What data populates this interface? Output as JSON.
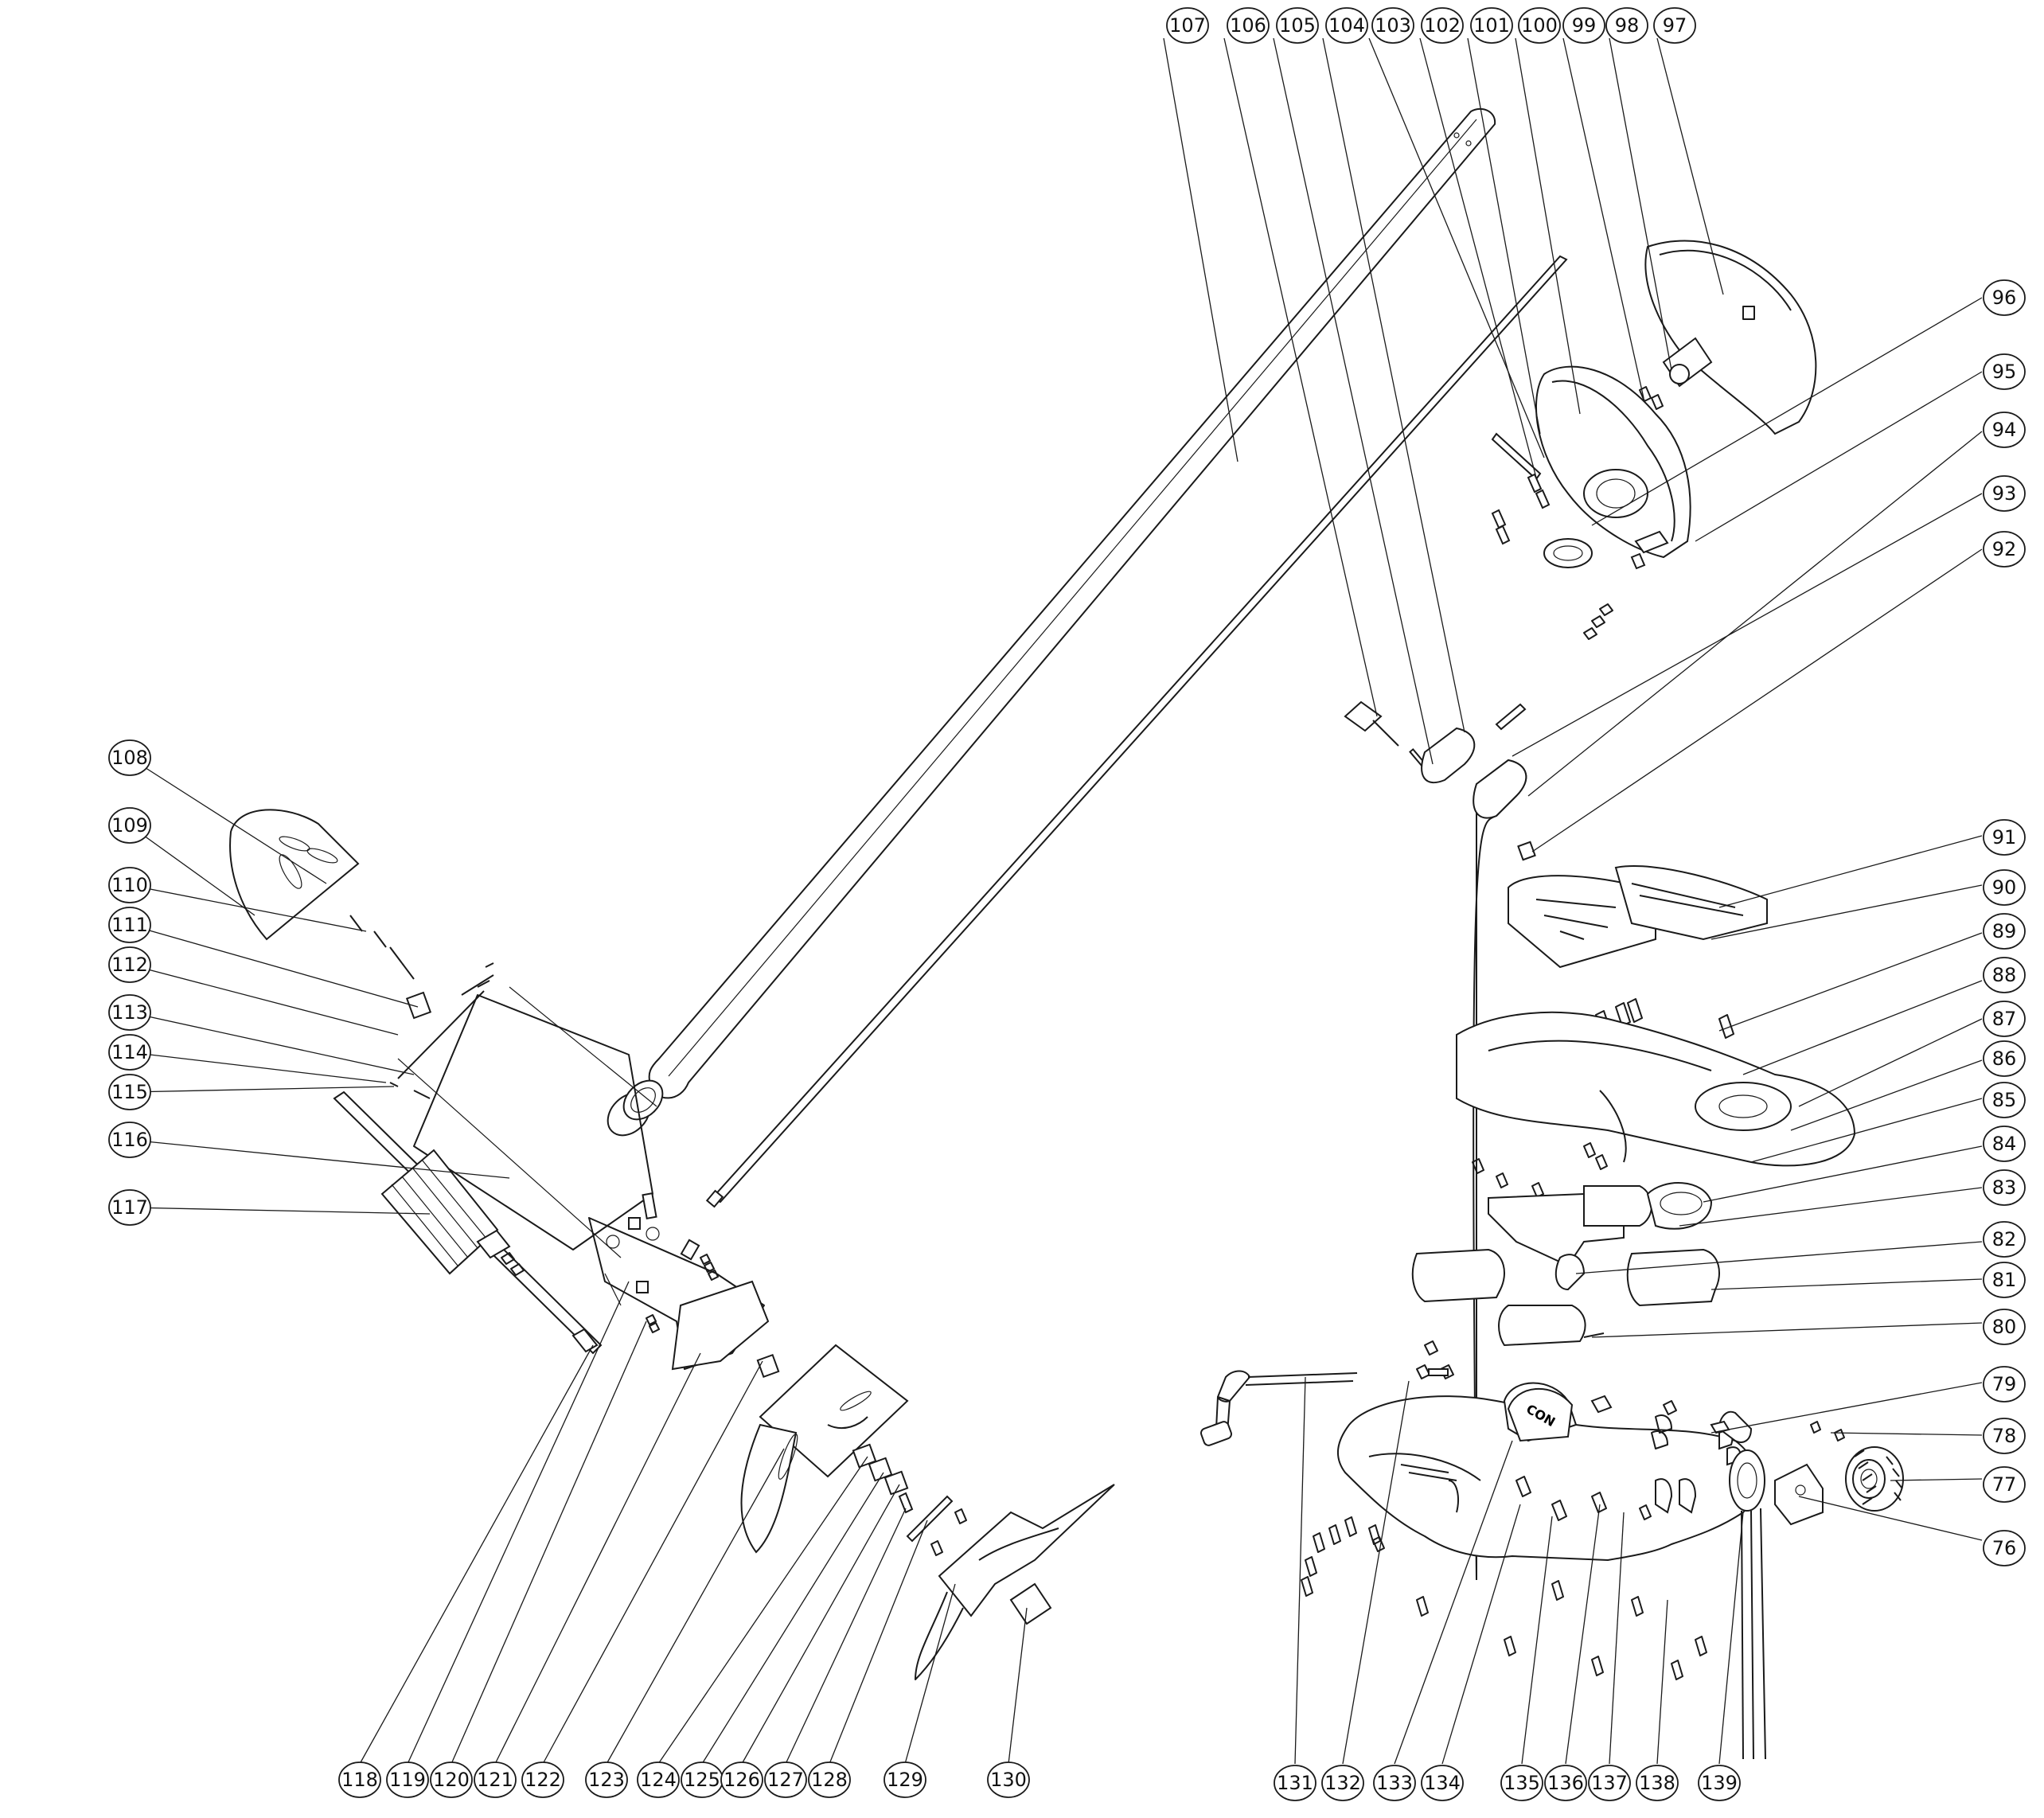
{
  "diagram": {
    "labels": [
      "76",
      "77",
      "78",
      "79",
      "80",
      "81",
      "82",
      "83",
      "84",
      "85",
      "86",
      "87",
      "88",
      "89",
      "90",
      "91",
      "92",
      "93",
      "94",
      "95",
      "96",
      "97",
      "98",
      "99",
      "100",
      "101",
      "102",
      "103",
      "104",
      "105",
      "106",
      "107",
      "108",
      "109",
      "110",
      "111",
      "112",
      "113",
      "114",
      "115",
      "116",
      "117",
      "118",
      "119",
      "120",
      "121",
      "122",
      "123",
      "124",
      "125",
      "126",
      "127",
      "128",
      "129",
      "130",
      "131",
      "132",
      "133",
      "134",
      "135",
      "136",
      "137",
      "138",
      "139"
    ],
    "part_marking": "CON"
  }
}
